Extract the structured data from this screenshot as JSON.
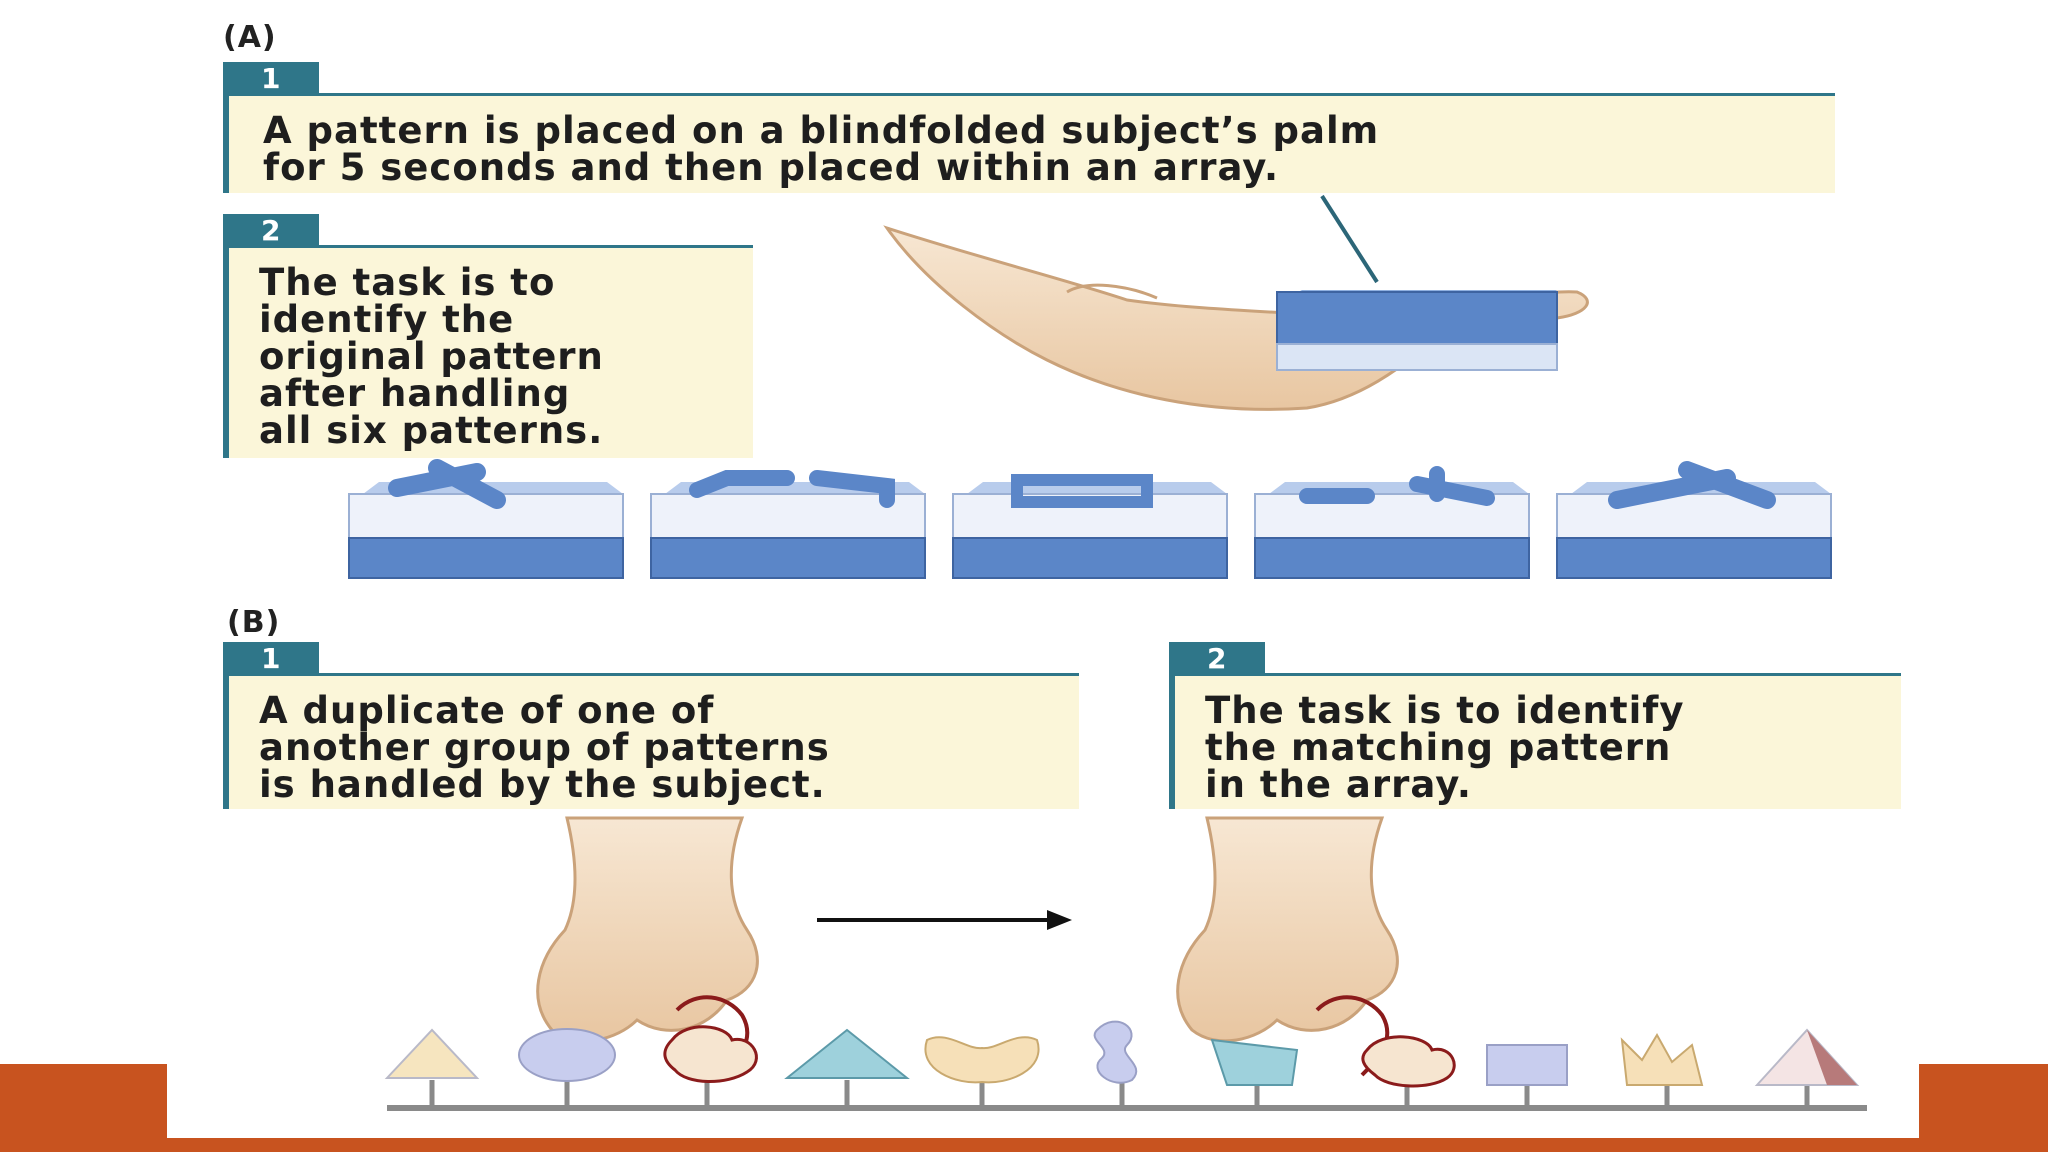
{
  "figure": {
    "section_a": {
      "label": "(A)",
      "step1": {
        "number": "1",
        "text": "A pattern is placed on a blindfolded subject’s palm\nfor 5 seconds and then placed within an array."
      },
      "step2": {
        "number": "2",
        "text": "The task is to\nidentify the\noriginal pattern\nafter handling\nall six patterns."
      }
    },
    "section_b": {
      "label": "(B)",
      "step1": {
        "number": "1",
        "text": "A duplicate of one of\nanother group of patterns\nis handled by the subject."
      },
      "step2": {
        "number": "2",
        "text": "The task is to identify\nthe matching pattern\nin the array."
      }
    },
    "colors": {
      "accent_teal": "#2f7689",
      "text_box_bg": "#fbf6d9",
      "block_blue": "#5b86c8",
      "orange_bar": "#c8531f"
    },
    "illustrations": [
      "hand-holding-block",
      "pattern-block-array",
      "hands-touching-shapes",
      "arrow",
      "shape-array-on-rods"
    ]
  }
}
